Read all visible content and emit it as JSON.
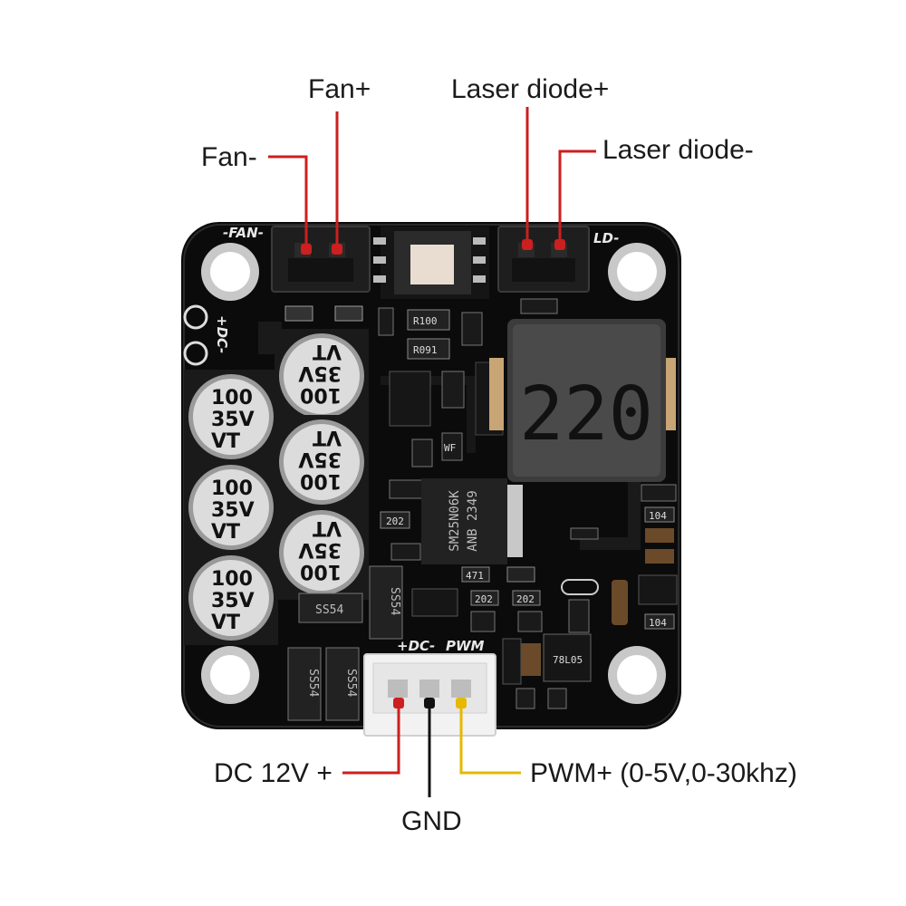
{
  "labels": {
    "fan_plus": "Fan+",
    "fan_minus": "Fan-",
    "laser_plus": "Laser diode+",
    "laser_minus": "Laser diode-",
    "dc_12v": "DC 12V +",
    "gnd": "GND",
    "pwm": "PWM+ (0-5V,0-30khz)"
  },
  "silkscreen": {
    "fan": "-FAN-",
    "ld": "LD-",
    "dc_side": "+DC-",
    "dc_bottom": "+DC-",
    "pwm": "PWM"
  },
  "components": {
    "cap_value": "100",
    "cap_voltage": "35V",
    "cap_series": "VT",
    "inductor": "220",
    "mosfet_line1": "SM25N06K",
    "mosfet_line2": "ANB 2349",
    "diode": "SS54",
    "r100": "R100",
    "r091": "R091",
    "wf": "WF",
    "r202": "202",
    "r471": "471",
    "r104": "104",
    "ic": "78L05"
  },
  "colors": {
    "board": "#0b0b0b",
    "line_red": "#cc1f1f",
    "line_black": "#111111",
    "line_yellow": "#e6b800"
  }
}
